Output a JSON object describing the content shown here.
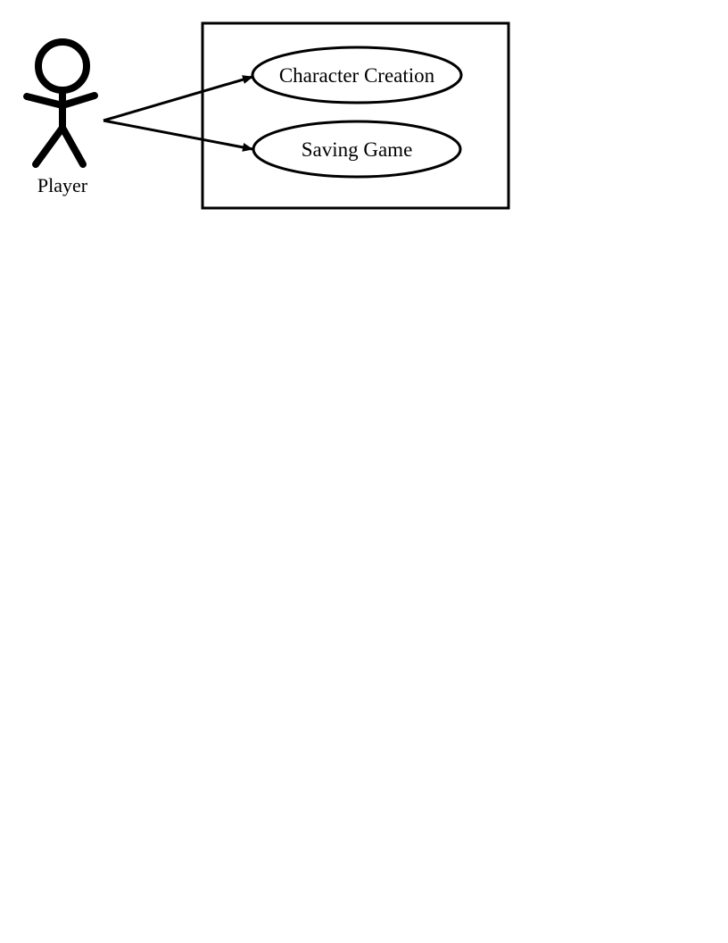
{
  "diagram": {
    "type": "use-case",
    "actor": {
      "name": "Player",
      "icon": "stick-figure-icon"
    },
    "system_boundary": {
      "label": ""
    },
    "use_cases": [
      {
        "label": "Character Creation"
      },
      {
        "label": "Saving Game"
      }
    ],
    "associations": [
      {
        "from": "Player",
        "to": "Character Creation"
      },
      {
        "from": "Player",
        "to": "Saving Game"
      }
    ],
    "stroke_color": "#000000",
    "background_color": "#ffffff"
  }
}
